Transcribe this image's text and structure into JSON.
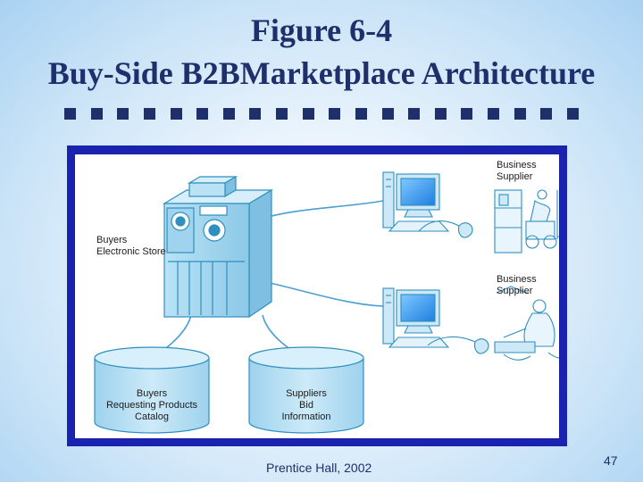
{
  "title": {
    "line1": "Figure 6-4",
    "line2": "Buy-Side B2BMarketplace Architecture"
  },
  "diagram": {
    "buyers_store_label": "Buyers\nElectronic Store",
    "supplier_1_label": "Business\nSupplier",
    "supplier_2_label": "Business\nSupplier",
    "db_buyers_label": "Buyers\nRequesting Products\nCatalog",
    "db_suppliers_label": "Suppliers\nBid\nInformation"
  },
  "footer": {
    "publisher": "Prentice Hall, 2002",
    "page_number": "47"
  },
  "colors": {
    "title": "#1e2f6b",
    "frame": "#1a23b0",
    "device_fill": "#a8d8f0",
    "device_stroke": "#2f8fbf",
    "line": "#4a9fd0"
  }
}
